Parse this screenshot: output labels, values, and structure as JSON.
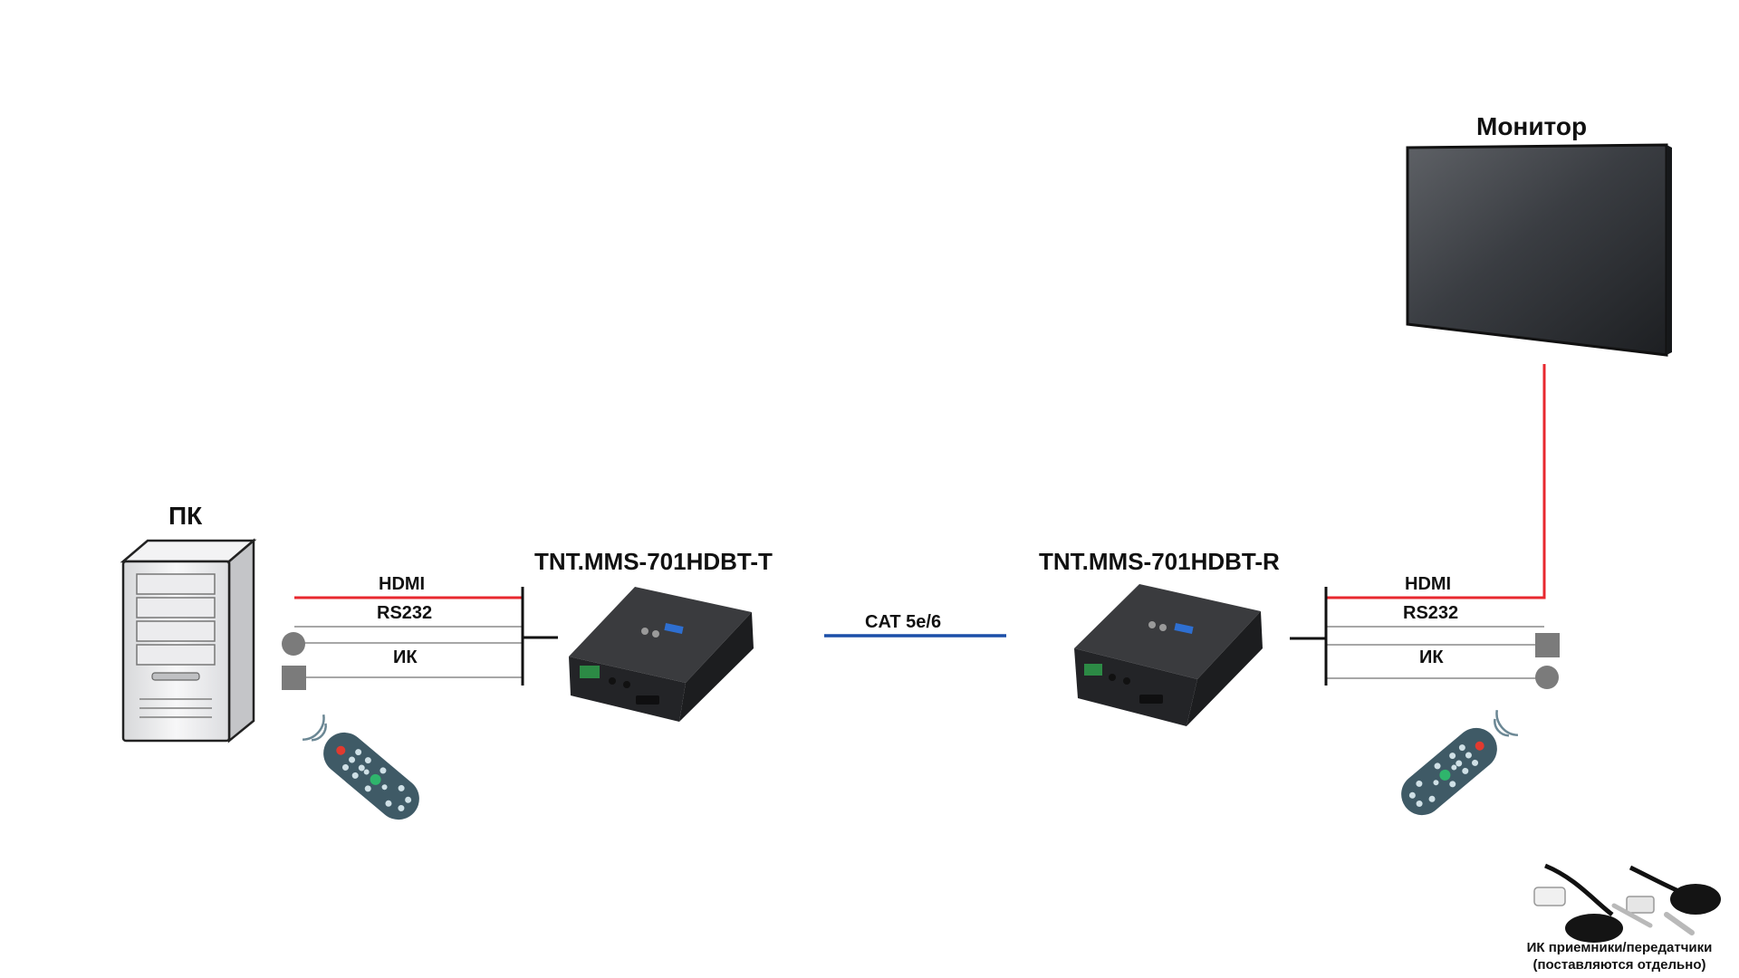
{
  "nodes": {
    "pc": "ПК",
    "transmitter": "TNT.MMS-701HDBT-T",
    "receiver": "TNT.MMS-701HDBT-R",
    "monitor": "Монитор"
  },
  "signals": {
    "hdmi": "HDMI",
    "rs232": "RS232",
    "ir": "ИК",
    "cat": "CAT 5e/6"
  },
  "ir_note": {
    "line1": "ИК приемники/передатчики",
    "line2": "(поставляются отдельно)"
  },
  "colors": {
    "hdmi_line": "#e8282f",
    "cat_line": "#1b4fa8",
    "thin_line": "#8a8a8a",
    "bus": "#111111",
    "device": "#2b2c2e",
    "remote": "#3f5a66"
  },
  "icons": {
    "pc": "pc-tower-icon",
    "monitor": "monitor-icon",
    "transmitter": "hdbaset-extender-icon",
    "receiver": "hdbaset-extender-icon",
    "remote": "ir-remote-icon",
    "ir_receiver": "ir-receiver-icon",
    "ir_emitter": "ir-emitter-icon"
  }
}
